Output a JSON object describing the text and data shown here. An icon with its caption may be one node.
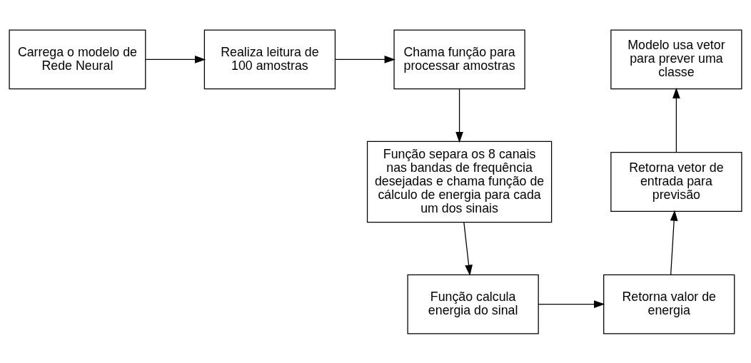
{
  "diagram": {
    "nodes": [
      {
        "text": [
          "Carrega o modelo de Rede Neural"
        ]
      },
      {
        "text": [
          "Realiza leitura de 100 amostras"
        ]
      },
      {
        "text": [
          "Chama função para processar amostras"
        ]
      },
      {
        "text": [
          "Modelo usa vetor para prever uma classe"
        ]
      },
      {
        "text": [
          "Função separa os 8 canais nas bandas de frequência desejadas e chama função de cálculo de energia para cada um dos sinais"
        ]
      },
      {
        "text": [
          "Retorna vetor de entrada para previsão"
        ]
      },
      {
        "text": [
          "Função calcula energia do sinal"
        ]
      },
      {
        "text": [
          "Retorna valor de energia"
        ]
      }
    ],
    "edges": [
      {
        "from": 0,
        "to": 1,
        "arrow": "to"
      },
      {
        "from": 1,
        "to": 2,
        "arrow": "to"
      },
      {
        "from": 2,
        "to": 4,
        "arrow": "to"
      },
      {
        "from": 4,
        "to": 6,
        "arrow": "to"
      },
      {
        "from": 6,
        "to": 7,
        "arrow": "to"
      },
      {
        "from": 7,
        "to": 5,
        "arrow": "to"
      },
      {
        "from": 5,
        "to": 3,
        "arrow": "to"
      }
    ]
  }
}
